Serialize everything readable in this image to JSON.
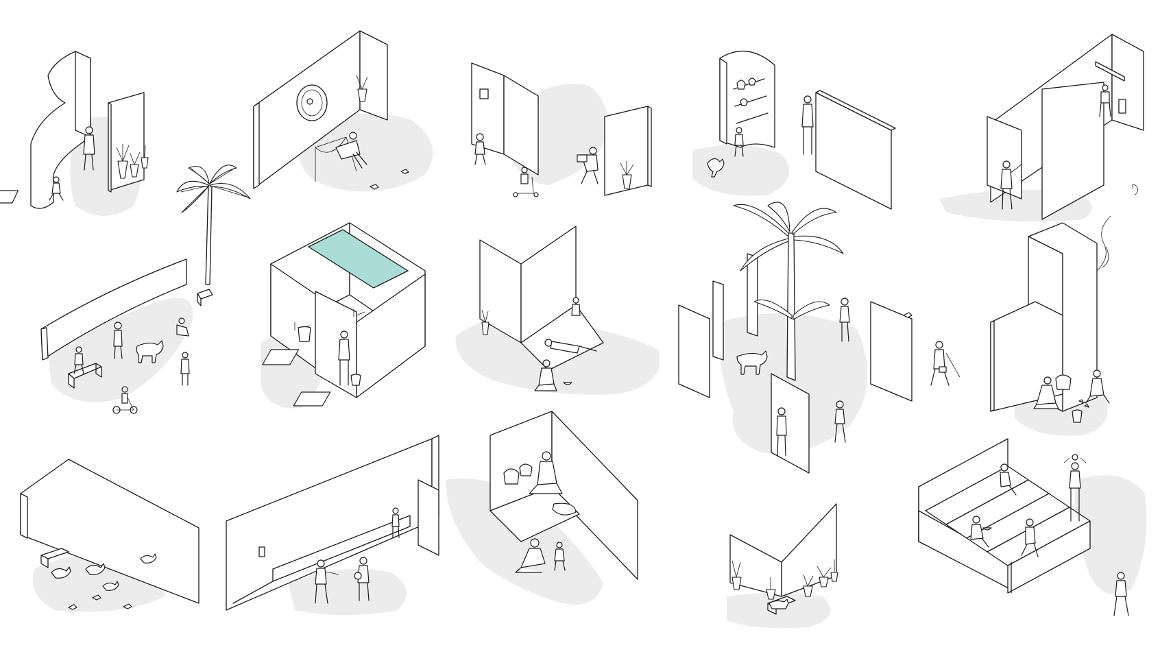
{
  "palette": {
    "line": "#1a1a1a",
    "ground_shadow": "#ececec",
    "background": "#ffffff",
    "pool_water": "#a9ddd6"
  },
  "vignettes": [
    {
      "id": "curved-wall-seat"
    },
    {
      "id": "hammock-wall"
    },
    {
      "id": "jali-screen-walls"
    },
    {
      "id": "curved-shelf-niche"
    },
    {
      "id": "tall-l-wall-window"
    },
    {
      "id": "palm-tree"
    },
    {
      "id": "wavy-bench-wall"
    },
    {
      "id": "bath-pool-room"
    },
    {
      "id": "folded-wall-platform"
    },
    {
      "id": "banana-tree-pillars"
    },
    {
      "id": "kitchen-tower"
    },
    {
      "id": "poultry-wall"
    },
    {
      "id": "long-bench-wall"
    },
    {
      "id": "sleeping-corner"
    },
    {
      "id": "zigzag-planter-wall"
    },
    {
      "id": "stepped-seating"
    }
  ]
}
